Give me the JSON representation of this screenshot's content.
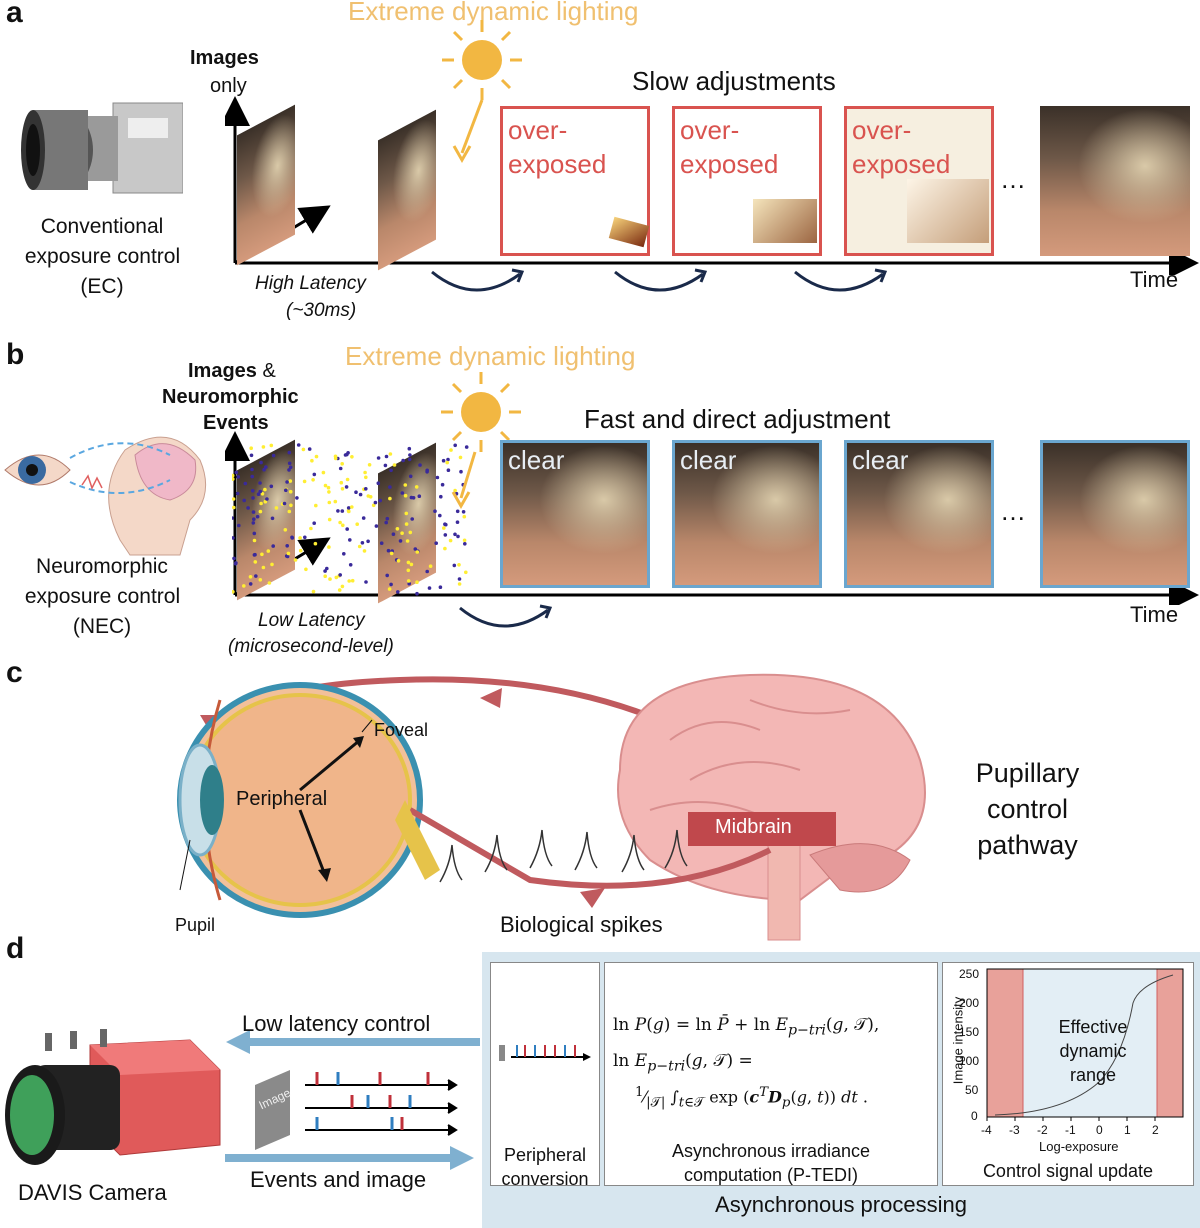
{
  "panel_a": {
    "letter": "a",
    "lighting": "Extreme dynamic lighting",
    "axis_label_bold": "Images",
    "axis_label_rest": "only",
    "camera_caption": [
      "Conventional",
      "exposure control",
      "(EC)"
    ],
    "status": "Slow adjustments",
    "frame_text": [
      "over-",
      "exposed"
    ],
    "ellipsis": "…",
    "time_label": "Time",
    "latency": [
      "High Latency",
      "(~30ms)"
    ]
  },
  "panel_b": {
    "letter": "b",
    "lighting": "Extreme dynamic lighting",
    "axis_label_1": "Images",
    "axis_label_amp": "&",
    "axis_label_2": "Neuromorphic",
    "axis_label_3": "Events",
    "caption": [
      "Neuromorphic",
      "exposure control",
      "(NEC)"
    ],
    "status": "Fast and direct adjustment",
    "frame_text": "clear",
    "ellipsis": "…",
    "time_label": "Time",
    "latency": [
      "Low Latency",
      "(microsecond-level)"
    ]
  },
  "panel_c": {
    "letter": "c",
    "foveal": "Foveal",
    "peripheral": "Peripheral",
    "pupil": "Pupil",
    "midbrain": "Midbrain",
    "spikes": "Biological spikes",
    "pathway": [
      "Pupillary",
      "control",
      "pathway"
    ]
  },
  "panel_d": {
    "letter": "d",
    "low_latency": "Low latency control",
    "events_image": "Events and image",
    "camera": "DAVIS Camera",
    "image_tag": "Image",
    "peripheral_conv": [
      "Peripheral",
      "conversion"
    ],
    "async_irr": [
      "Asynchronous irradiance",
      "computation (P-TEDI)"
    ],
    "control_update": "Control signal update",
    "async_processing": "Asynchronous processing",
    "effective": [
      "Effective",
      "dynamic",
      "range"
    ],
    "y_axis_label": "Image intensity",
    "x_axis_label": "Log-exposure",
    "y_ticks": [
      "250",
      "200",
      "150",
      "100",
      "50",
      "0"
    ],
    "x_ticks": [
      "-4",
      "-3",
      "-2",
      "-1",
      "0",
      "1",
      "2"
    ],
    "colors": {
      "panel_bg": "#d7e6ef",
      "arrow": "#7fb0d0",
      "shade": "#e8a19a"
    }
  }
}
